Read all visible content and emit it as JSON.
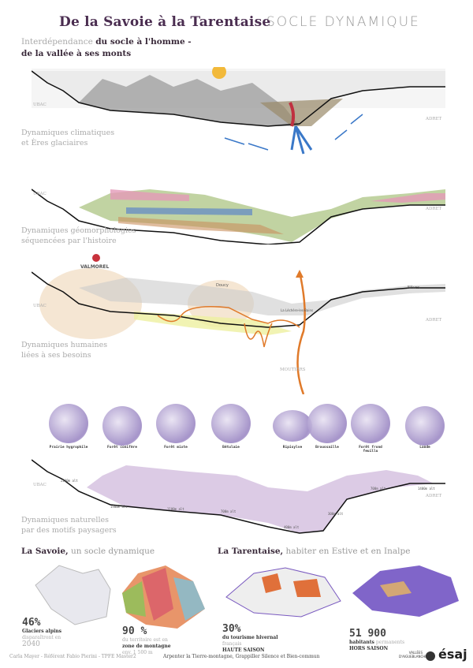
{
  "header": {
    "title": "De la Savoie à la Tarentaise",
    "subtitle": "SOCLE DYNAMIQUE",
    "intro_light": "Interdépendance",
    "intro_bold_1": "du socle à l'homme -",
    "intro_bold_2": "de la vallée à ses monts"
  },
  "profiles": {
    "ubac": "UBAC",
    "adret": "ADRET"
  },
  "sections": [
    {
      "caption_1": "Dynamiques climatiques",
      "caption_2": "et Ères glaciaires"
    },
    {
      "caption_1": "Dynamiques géomorphologies",
      "caption_2": "séquencées par l'histoire"
    },
    {
      "caption_1": "Dynamiques humaines",
      "caption_2": "liées à ses besoins"
    },
    {
      "caption_1": "Dynamiques naturelles",
      "caption_2": "par des motifs paysagers"
    }
  ],
  "places": {
    "valmorel": "VALMOREL",
    "doucy": "Doucy",
    "lechere": "La Léchère-les-Bains",
    "naves": "Nâves",
    "moutiers": "MOUTIERS"
  },
  "motifs": [
    "Prairie hygrophile",
    "Forêt conifère",
    "Forêt mixte",
    "Bétulaie",
    "Ripisylve",
    "Broussaille",
    "Forêt frond feuillu",
    "Lande"
  ],
  "altitudes": [
    "2200m alt",
    "1900m alt",
    "1100m alt",
    "700m alt",
    "400m alt",
    "300m alt",
    "700m alt",
    "1400m alt"
  ],
  "savoie": {
    "title_bold": "La Savoie,",
    "title_light": "un socle dynamique",
    "stat1": {
      "value": "46%",
      "bold": "Glaciers alpins",
      "light_1": "disparaîtront en",
      "light_2": "2040"
    },
    "stat2": {
      "value": "90 %",
      "light_1": "du territoire est en",
      "bold": "zone de montagne",
      "light_2": "env. 1 500 m"
    }
  },
  "tarentaise": {
    "title_bold": "La Tarentaise,",
    "title_light": "habiter en Estive et en Inalpe",
    "stat1": {
      "value": "30%",
      "bold": "du tourisme hivernal",
      "light": "français",
      "season": "HAUTE SAISON"
    },
    "stat2": {
      "value": "51 900",
      "bold": "habitants",
      "light": "permanents",
      "season": "HORS SAISON"
    }
  },
  "footer": {
    "authors": "Carla Mayer - Référent Fabio Pierini - TPFE Master2",
    "tagline": "Arpenter la Tierre-montagne, Grappiller Silence et Bien-commun",
    "partner": "VALLÉES D'AIGUEBLANCHE",
    "logo": "ésaj"
  },
  "colors": {
    "title": "#4a2d50",
    "glacier": "#3a78c8",
    "human": "#e07a2a",
    "nature": "#9c89c4"
  }
}
